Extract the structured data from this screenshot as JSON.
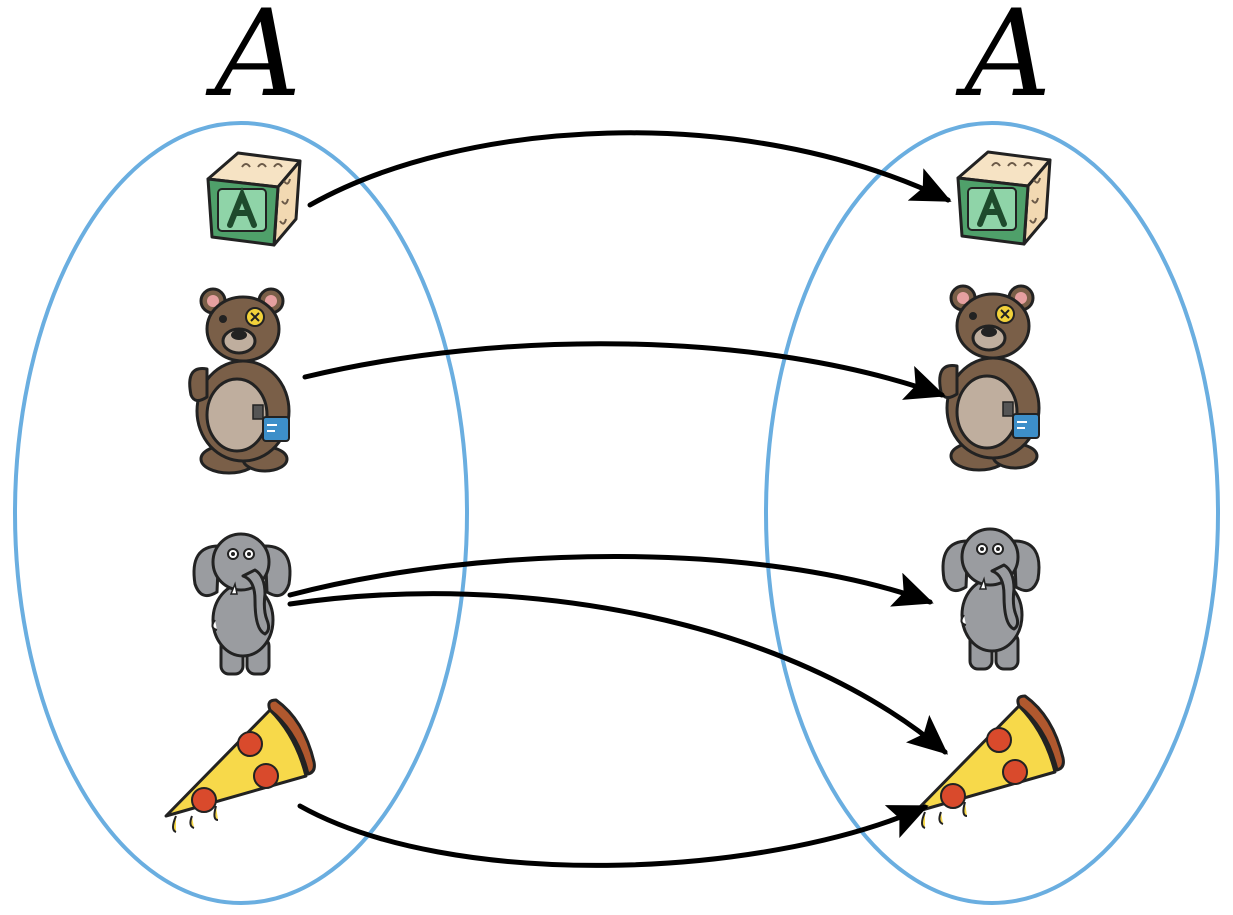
{
  "domain_labels": {
    "left_set": "A",
    "right_set": "A"
  },
  "colors": {
    "ellipse": "#6aaee0",
    "arrow": "#000000",
    "block_green": "#4fa06a",
    "bear_brown": "#7a5f48",
    "elephant_gray": "#9a9ca0",
    "pizza_yellow": "#f7d94a",
    "pepperoni": "#d94a2c"
  },
  "elements": [
    {
      "id": "block",
      "icon": "alphabet-block-icon",
      "letter": "A"
    },
    {
      "id": "bear",
      "icon": "teddy-bear-icon"
    },
    {
      "id": "elephant",
      "icon": "elephant-icon"
    },
    {
      "id": "pizza",
      "icon": "pizza-slice-icon"
    }
  ],
  "mapping": [
    {
      "from": "block",
      "to": "block"
    },
    {
      "from": "bear",
      "to": "bear"
    },
    {
      "from": "elephant",
      "to": "elephant"
    },
    {
      "from": "elephant",
      "to": "pizza"
    },
    {
      "from": "pizza",
      "to": "pizza"
    }
  ]
}
